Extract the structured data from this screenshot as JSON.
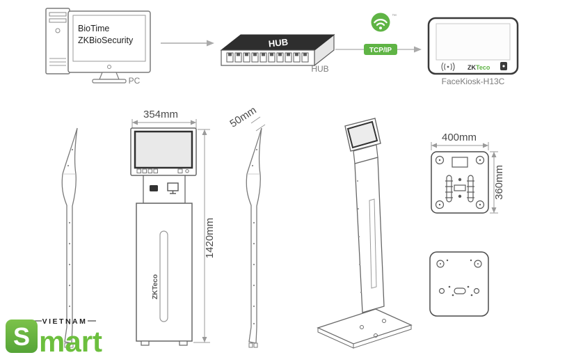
{
  "colors": {
    "green": "#5fb445",
    "dark": "#2f2f2f",
    "line": "#8a8a8a",
    "dim_text": "#4a4a4a"
  },
  "topology": {
    "pc": {
      "screen_line1": "BioTime",
      "screen_line2": "ZKBioSecurity",
      "label": "PC"
    },
    "hub": {
      "face_label": "HUB",
      "caption": "HUB"
    },
    "link": {
      "protocol_badge": "TCP/IP"
    },
    "face_kiosk": {
      "caption": "FaceKiosk-H13C",
      "brand_left": "ZK",
      "brand_right": "Teco"
    }
  },
  "dimension_labels": {
    "front_width": "354mm",
    "front_height": "1420mm",
    "side_depth": "50mm",
    "base_width": "400mm",
    "base_depth": "360mm"
  },
  "front_view": {
    "vertical_brand": "ZKTeco"
  },
  "brand_mark": {
    "country": "VIETNAM",
    "initial": "S",
    "rest": "mart"
  }
}
